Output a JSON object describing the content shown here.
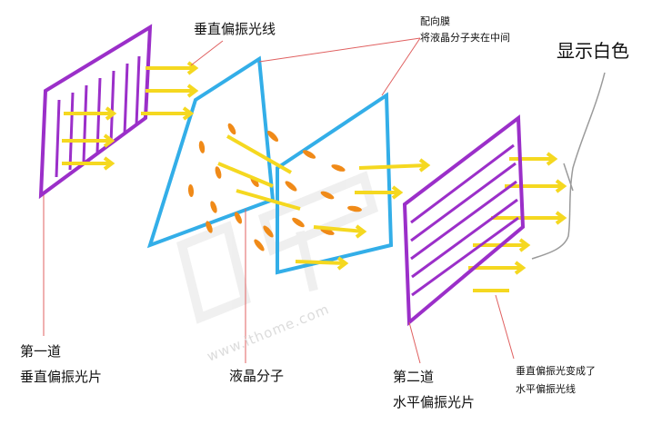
{
  "labels": {
    "vertical_polarized_light": "垂直偏振光线",
    "alignment_film_line1": "配向膜",
    "alignment_film_line2": "将液晶分子夹在中间",
    "display_white": "显示白色",
    "first_polarizer_line1": "第一道",
    "first_polarizer_line2": "垂直偏振光片",
    "liquid_crystal_molecules": "液晶分子",
    "second_polarizer_line1": "第二道",
    "second_polarizer_line2": "水平偏振光片",
    "became_horizontal_line1": "垂直偏振光变成了",
    "became_horizontal_line2": "水平偏振光线"
  },
  "watermark": {
    "text": "www.ithome.com"
  },
  "colors": {
    "polarizer": "#9b2fc9",
    "alignment_film": "#33aee8",
    "light_arrow": "#f5d820",
    "molecule": "#f08a18",
    "leader_line": "#e06060",
    "output_light": "#9a9a9a"
  }
}
